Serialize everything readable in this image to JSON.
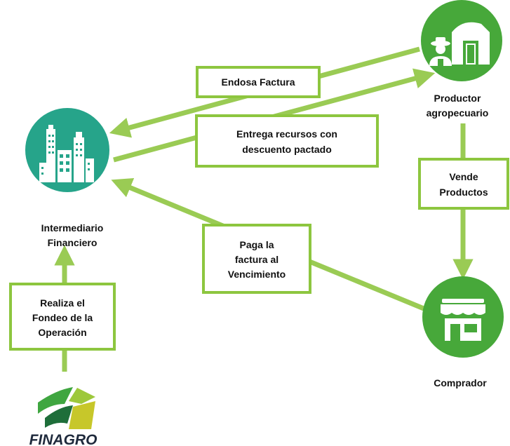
{
  "nodes": {
    "intermediario": {
      "icon": "buildings-icon",
      "color": "#26a48a",
      "label_line1": "Intermediario",
      "label_line2": "Financiero"
    },
    "productor": {
      "icon": "farmer-barn-icon",
      "color": "#47a83a",
      "label_line1": "Productor",
      "label_line2": "agropecuario"
    },
    "comprador": {
      "icon": "storefront-icon",
      "color": "#47a83a",
      "label": "Comprador"
    },
    "finagro": {
      "icon": "finagro-logo",
      "label": "FINAGRO"
    }
  },
  "steps": {
    "endosa": {
      "label": "Endosa Factura"
    },
    "entrega": {
      "line1": "Entrega recursos con",
      "line2": "descuento pactado"
    },
    "vende": {
      "line1": "Vende",
      "line2": "Productos"
    },
    "paga": {
      "line1": "Paga la",
      "line2": "factura al",
      "line3": "Vencimiento"
    },
    "realiza": {
      "line1": "Realiza el",
      "line2": "Fondeo de la",
      "line3": "Operación"
    }
  },
  "colors": {
    "arrow": "#9acb54",
    "box_border": "#8dc63f",
    "teal": "#26a48a",
    "green": "#47a83a"
  }
}
